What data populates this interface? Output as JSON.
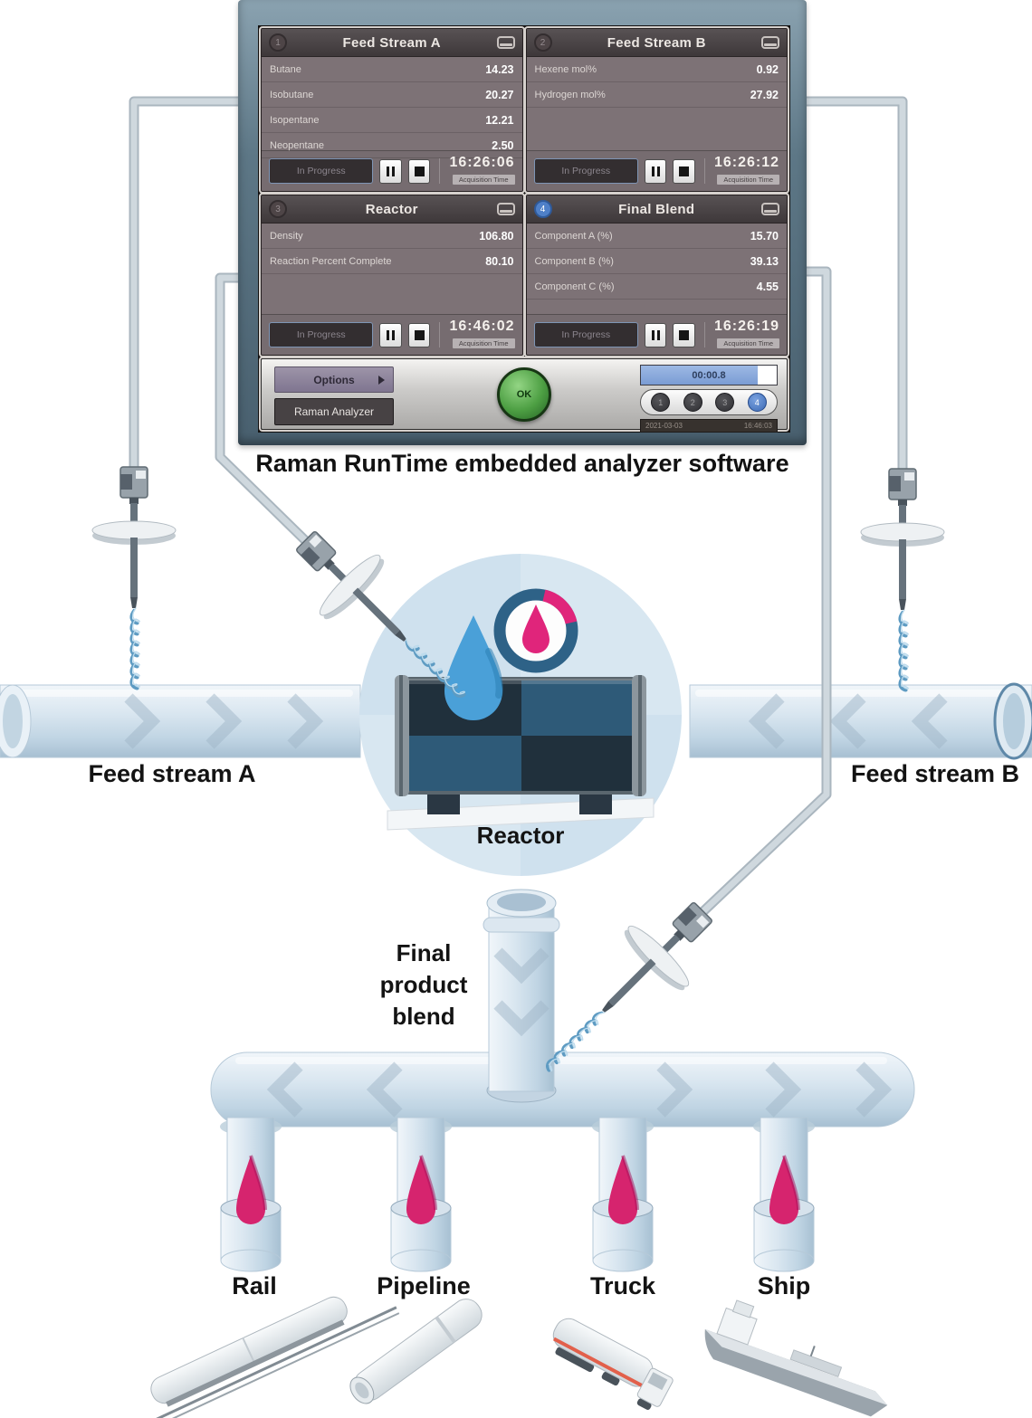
{
  "caption": "Raman RunTime embedded analyzer software",
  "software": {
    "panels": [
      {
        "number": "1",
        "title": "Feed Stream A",
        "rows": [
          {
            "label": "Butane",
            "value": "14.23"
          },
          {
            "label": "Isobutane",
            "value": "20.27"
          },
          {
            "label": "Isopentane",
            "value": "12.21"
          },
          {
            "label": "Neopentane",
            "value": "2.50"
          }
        ],
        "status": "In Progress",
        "time": "16:26:06",
        "time_label": "Acquisition Time"
      },
      {
        "number": "2",
        "title": "Feed Stream B",
        "rows": [
          {
            "label": "Hexene mol%",
            "value": "0.92"
          },
          {
            "label": "Hydrogen mol%",
            "value": "27.92"
          }
        ],
        "status": "In Progress",
        "time": "16:26:12",
        "time_label": "Acquisition Time"
      },
      {
        "number": "3",
        "title": "Reactor",
        "rows": [
          {
            "label": "Density",
            "value": "106.80"
          },
          {
            "label": "Reaction Percent Complete",
            "value": "80.10"
          }
        ],
        "status": "In Progress",
        "time": "16:46:02",
        "time_label": "Acquisition Time"
      },
      {
        "number": "4",
        "title": "Final Blend",
        "rows": [
          {
            "label": "Component A (%)",
            "value": "15.70"
          },
          {
            "label": "Component B (%)",
            "value": "39.13"
          },
          {
            "label": "Component C (%)",
            "value": "4.55"
          }
        ],
        "status": "In Progress",
        "time": "16:26:19",
        "time_label": "Acquisition Time"
      }
    ],
    "footer": {
      "options_label": "Options",
      "raman_analyzer_label": "Raman Analyzer",
      "ok_label": "OK",
      "progress_time": "00:00.8",
      "channel_buttons": [
        "1",
        "2",
        "3",
        "4"
      ],
      "active_channel": "4",
      "date": "2021-03-03",
      "clock": "16:46:03"
    }
  },
  "diagram": {
    "feed_a_label": "Feed stream A",
    "feed_b_label": "Feed stream B",
    "reactor_label": "Reactor",
    "final_blend_label_lines": [
      "Final",
      "product",
      "blend"
    ],
    "outlets": [
      "Rail",
      "Pipeline",
      "Truck",
      "Ship"
    ]
  },
  "colors": {
    "pipe_blue": "#cfe1ee",
    "droplet_pink": "#d6246e",
    "droplet_blue": "#4aa0d8",
    "gauge_ring": "#2e6287",
    "ok_green": "#4d9f43",
    "panel_body": "#7d7276",
    "panel_header": "#463f41",
    "monitor_bezel": "#5d7786",
    "cable_gray": "#cfd8de",
    "active_channel_blue": "#3c6ab4"
  }
}
